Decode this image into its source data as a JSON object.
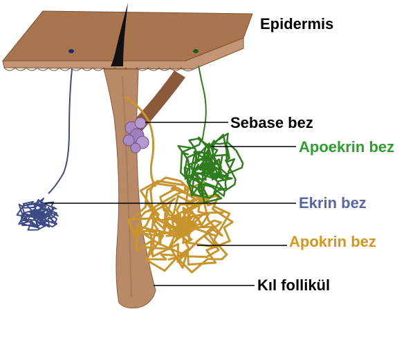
{
  "labels": {
    "epidermis": "Epidermis",
    "sebase": "Sebase bez",
    "apoekrin": "Apoekrin bez",
    "ekrin": "Ekrin bez",
    "apokrin": "Apokrin bez",
    "follicle": "Kıl follikül"
  },
  "colors": {
    "skin": "#b07c5a",
    "skin_edge": "#8a5a3a",
    "follicle": "#b88a68",
    "hair": "#111111",
    "ekrin": "#3c4a86",
    "apoekrin": "#2f7d1f",
    "apokrin": "#c8952d",
    "sebase": "#a88ac4",
    "label_black": "#000000",
    "label_green": "#2ca02c",
    "label_blue": "#5a64a6",
    "label_orange": "#d9941a"
  }
}
